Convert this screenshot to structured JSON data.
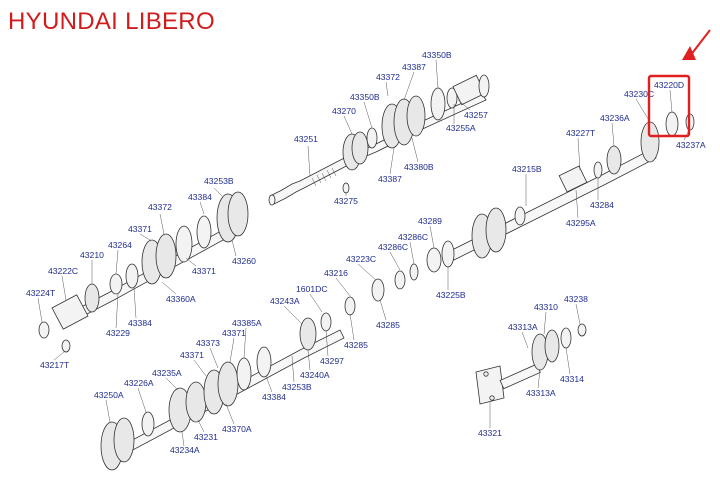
{
  "header": {
    "title": "HYUNDAI LIBERO"
  },
  "highlight": {
    "color": "#e02020",
    "part": "43220D"
  },
  "colors": {
    "label": "#1f2c8f",
    "title": "#d01c1c"
  },
  "labels": {
    "l43350B_top": "43350B",
    "l43387_top": "43387",
    "l43372_top": "43372",
    "l43350B_mid": "43350B",
    "l43270": "43270",
    "l43257": "43257",
    "l43255A": "43255A",
    "l43251": "43251",
    "l43380B": "43380B",
    "l43387_bot": "43387",
    "l43275": "43275",
    "l43253B": "43253B",
    "l43384_top": "43384",
    "l43372_left": "43372",
    "l43371_a": "43371",
    "l43210": "43210",
    "l43264": "43264",
    "l43371_b": "43371",
    "l43260": "43260",
    "l43222C": "43222C",
    "l43360A": "43360A",
    "l43224T": "43224T",
    "l43384_left": "43384",
    "l43229": "43229",
    "l43217T": "43217T",
    "l43230C": "43230C",
    "l43220D": "43220D",
    "l43236A": "43236A",
    "l43227T": "43227T",
    "l43237A": "43237A",
    "l43215B": "43215B",
    "l43284": "43284",
    "l43295A": "43295A",
    "l43289": "43289",
    "l43286C_a": "43286C",
    "l43286C_b": "43286C",
    "l43223C": "43223C",
    "l43216": "43216",
    "l43225B": "43225B",
    "l1601DC": "1601DC",
    "l43243A": "43243A",
    "l43285_a": "43285",
    "l43285_b": "43285",
    "l43385A": "43385A",
    "l43373": "43373",
    "l43371_c": "43371",
    "l43371_d": "43371",
    "l43297": "43297",
    "l43240A": "43240A",
    "l43253B_bot": "43253B",
    "l43384_bot": "43384",
    "l43235A": "43235A",
    "l43226A": "43226A",
    "l43250A": "43250A",
    "l43231": "43231",
    "l43370A": "43370A",
    "l43234A": "43234A",
    "l43238": "43238",
    "l43310": "43310",
    "l43313A_a": "43313A",
    "l43313A_b": "43313A",
    "l43314": "43314",
    "l43321": "43321"
  }
}
